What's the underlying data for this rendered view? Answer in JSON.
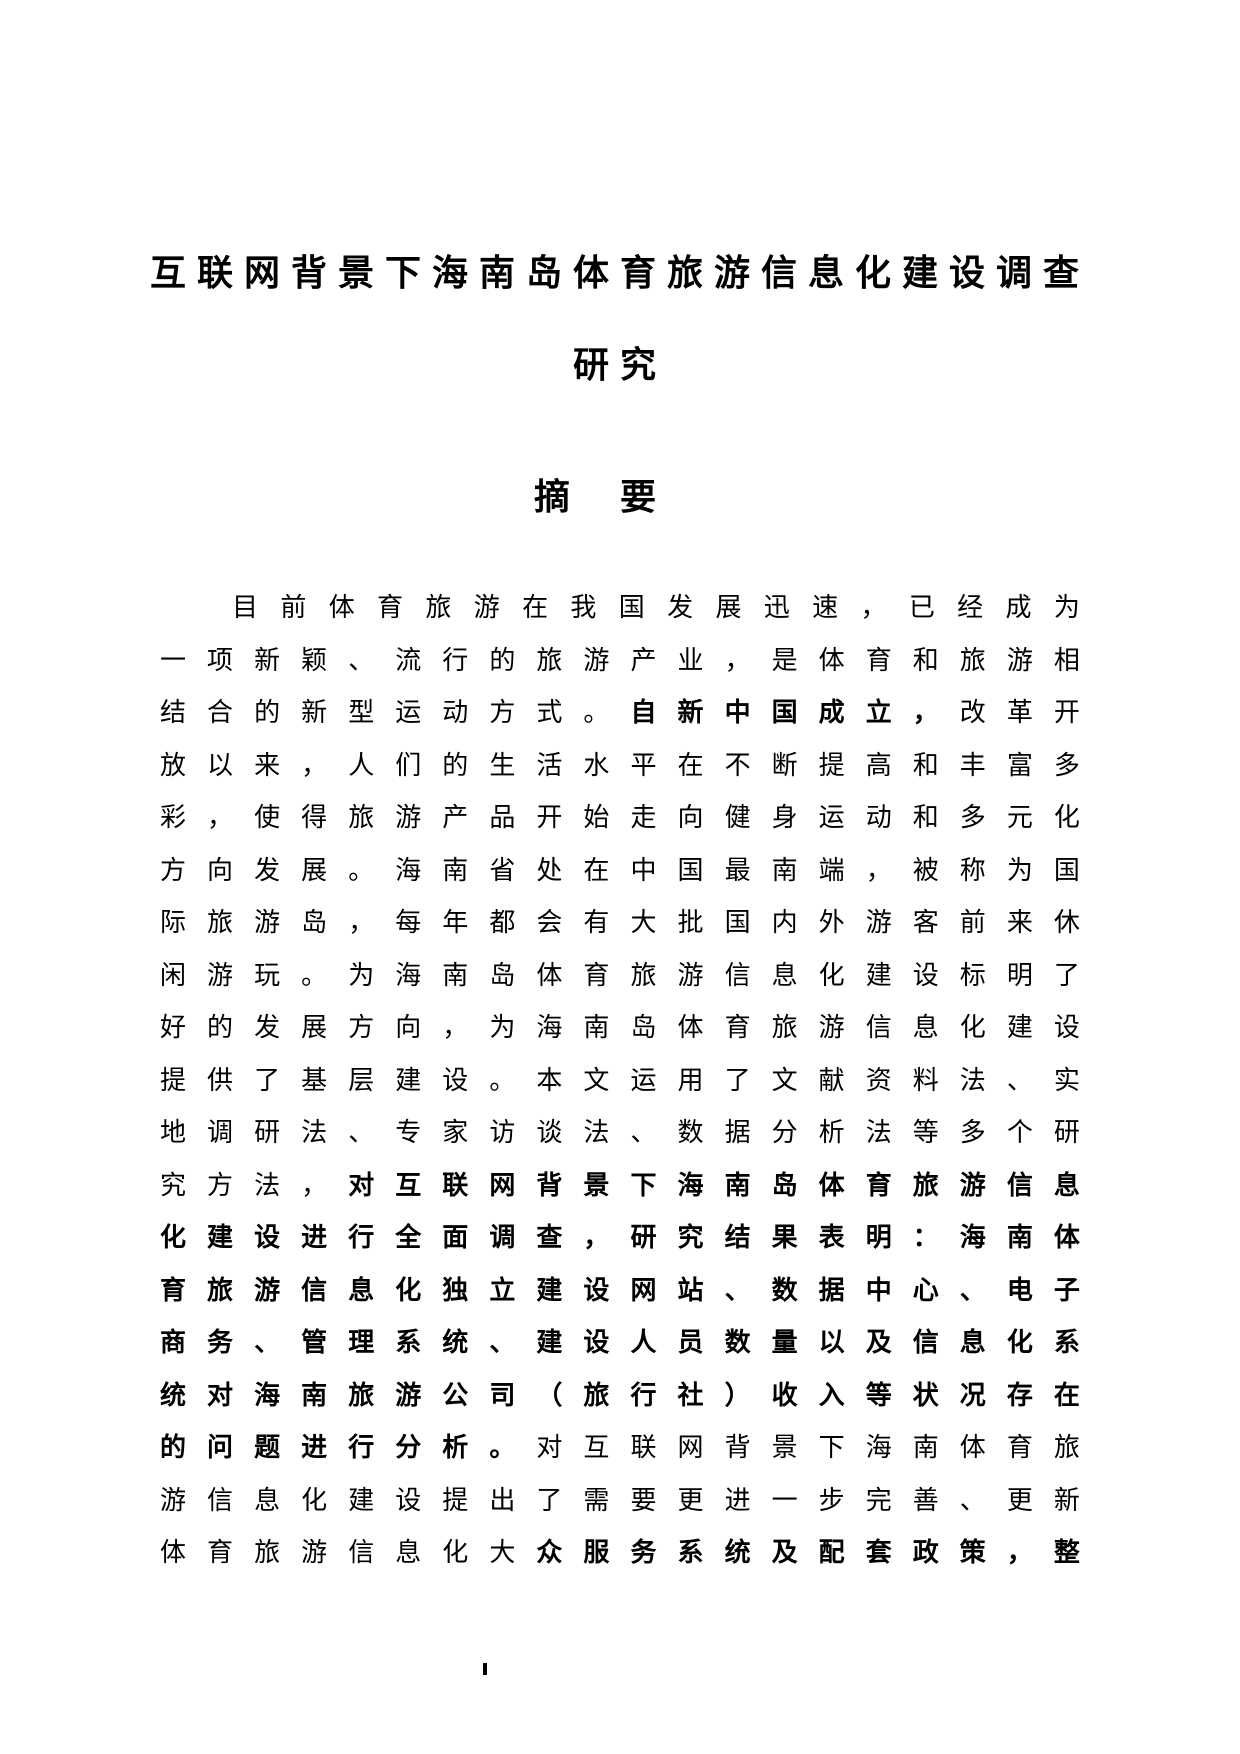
{
  "document": {
    "title_line1": "互联网背景下海南岛体育旅游信息化建设调查",
    "title_line2": "研究",
    "abstract_heading": "摘要",
    "page_number": "I",
    "lines": [
      {
        "indent": true,
        "segments": [
          {
            "text": "目前体育旅游在我国发展迅速，已经成为",
            "bold": false
          }
        ]
      },
      {
        "indent": false,
        "segments": [
          {
            "text": "一项新颖、流行的旅游产业，是体育和旅游相",
            "bold": false
          }
        ]
      },
      {
        "indent": false,
        "segments": [
          {
            "text": "结合的新型运动方式。",
            "bold": false
          },
          {
            "text": "自新中国成立，",
            "bold": true
          },
          {
            "text": "改革开",
            "bold": false
          }
        ]
      },
      {
        "indent": false,
        "segments": [
          {
            "text": "放以来，人们的生活水平在不断提高和丰富多",
            "bold": false
          }
        ]
      },
      {
        "indent": false,
        "segments": [
          {
            "text": "彩，使得旅游产品开始走向健身运动和多元化",
            "bold": false
          }
        ]
      },
      {
        "indent": false,
        "segments": [
          {
            "text": "方向发展。海南省处在中国最南端，被称为国",
            "bold": false
          }
        ]
      },
      {
        "indent": false,
        "segments": [
          {
            "text": "际旅游岛，每年都会有大批国内外游客前来休",
            "bold": false
          }
        ]
      },
      {
        "indent": false,
        "segments": [
          {
            "text": "闲游玩。为海南岛体育旅游信息化建设标明了",
            "bold": false
          }
        ]
      },
      {
        "indent": false,
        "segments": [
          {
            "text": "好的发展方向，为海南岛体育旅游信息化建设",
            "bold": false
          }
        ]
      },
      {
        "indent": false,
        "segments": [
          {
            "text": "提供了基层建设。本文运用了文献资料法、实",
            "bold": false
          }
        ]
      },
      {
        "indent": false,
        "segments": [
          {
            "text": "地调研法、专家访谈法、数据分析法等多个研",
            "bold": false
          }
        ]
      },
      {
        "indent": false,
        "segments": [
          {
            "text": "究方法，",
            "bold": false
          },
          {
            "text": "对互联网背景下海南岛体育旅游信息",
            "bold": true
          }
        ]
      },
      {
        "indent": false,
        "segments": [
          {
            "text": "化建设进行全面调查，研究结果表明：海南体",
            "bold": true
          }
        ]
      },
      {
        "indent": false,
        "segments": [
          {
            "text": "育旅游信息化独立建设网站、数据中心、电子",
            "bold": true
          }
        ]
      },
      {
        "indent": false,
        "segments": [
          {
            "text": "商务、管理系统、建设人员数量以及信息化系",
            "bold": true
          }
        ]
      },
      {
        "indent": false,
        "segments": [
          {
            "text": "统对海南旅游公司（旅行社）收入等状况存在",
            "bold": true
          }
        ]
      },
      {
        "indent": false,
        "segments": [
          {
            "text": "的问题进行分析。",
            "bold": true
          },
          {
            "text": "对互联网背景下海南体育旅",
            "bold": false
          }
        ]
      },
      {
        "indent": false,
        "segments": [
          {
            "text": "游信息化建设提出了需要更进一步完善、更新",
            "bold": false
          }
        ]
      },
      {
        "indent": false,
        "segments": [
          {
            "text": "体育旅游信息化大",
            "bold": false
          },
          {
            "text": "众服务系统及配套政策，整",
            "bold": true
          }
        ]
      }
    ]
  }
}
